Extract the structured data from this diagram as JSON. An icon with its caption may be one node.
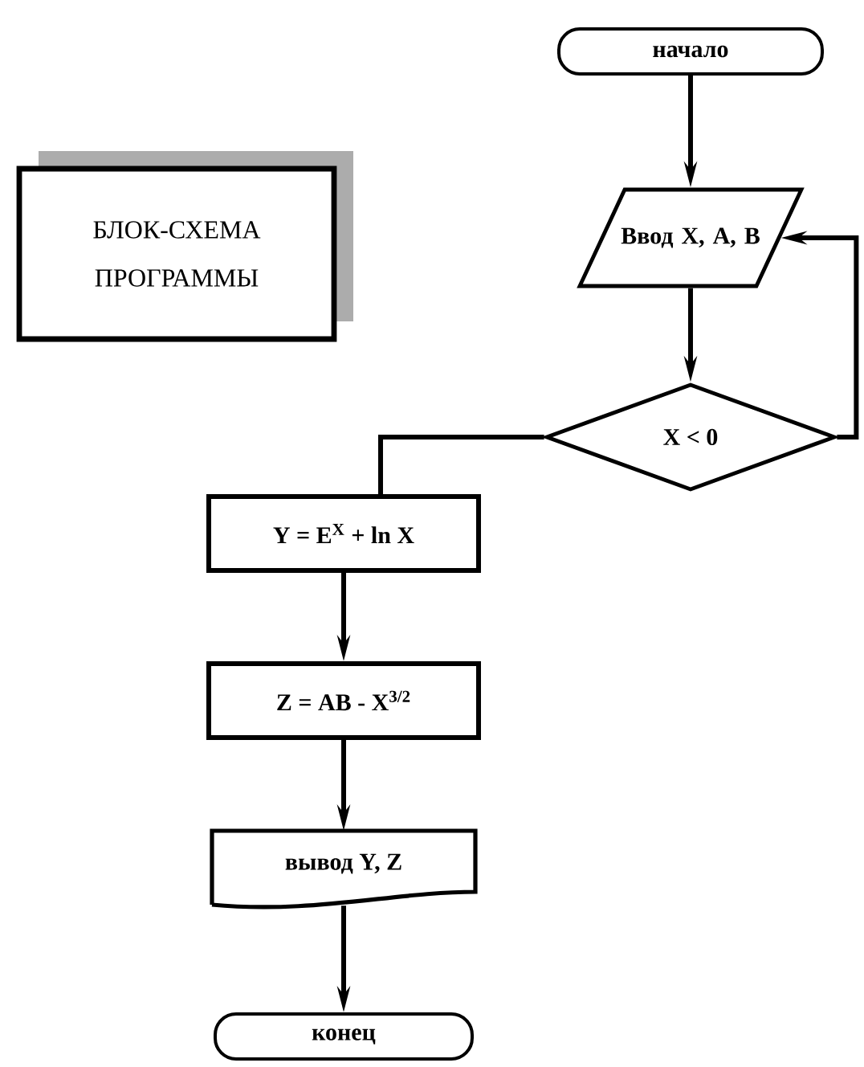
{
  "diagram": {
    "nodes": [
      {
        "text": [
          "БЛОК-СХЕМА ПРОГРАММЫ"
        ]
      },
      {
        "text": [
          "начало"
        ]
      },
      {
        "text": [
          "Ввод X, A, B"
        ]
      },
      {
        "text": [
          "X < 0"
        ]
      },
      {
        "text": [
          "Y = E$^{X}$ + ln X"
        ]
      },
      {
        "text": [
          "Z = AB - X$^{3/2}$"
        ]
      },
      {
        "text": [
          "вывод Y, Z"
        ]
      },
      {
        "text": [
          "конец"
        ]
      }
    ],
    "edges": [
      {
        "from": 1,
        "to": 2,
        "arrow": "to"
      },
      {
        "from": 2,
        "to": 3,
        "arrow": "to"
      },
      {
        "from": 3,
        "to": 4,
        "arrow": "none"
      },
      {
        "from": 3,
        "to": 2,
        "arrow": "to"
      },
      {
        "from": 4,
        "to": 5,
        "arrow": "to"
      },
      {
        "from": 5,
        "to": 6,
        "arrow": "to"
      },
      {
        "from": 6,
        "to": 7,
        "arrow": "to"
      }
    ]
  }
}
